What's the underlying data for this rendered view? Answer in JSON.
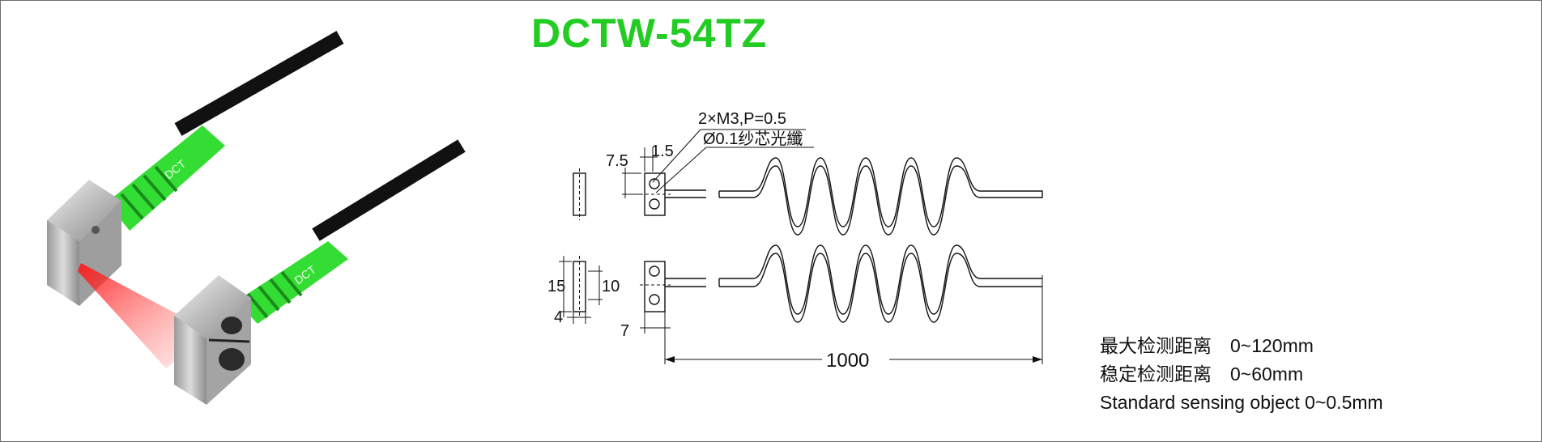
{
  "title": "DCTW-54TZ",
  "product_photo": {
    "fiber_color": "#33dd33",
    "cable_color": "#111111",
    "head_color": "#bdbdbd",
    "beam_color": "#ff2020",
    "logo_text": "DCT"
  },
  "drawing": {
    "thread_note": "2×M3,P=0.5",
    "core_note": "Ø0.1纱芯光纖",
    "dim_1_5": "1.5",
    "dim_7_5": "7.5",
    "dim_15": "15",
    "dim_10": "10",
    "dim_4": "4",
    "dim_7": "7",
    "dim_1000": "1000"
  },
  "specs": {
    "max_distance": "最大检测距离　0~120mm",
    "stable_distance": "稳定检测距离　0~60mm",
    "standard_object": "Standard sensing object 0~0.5mm"
  }
}
